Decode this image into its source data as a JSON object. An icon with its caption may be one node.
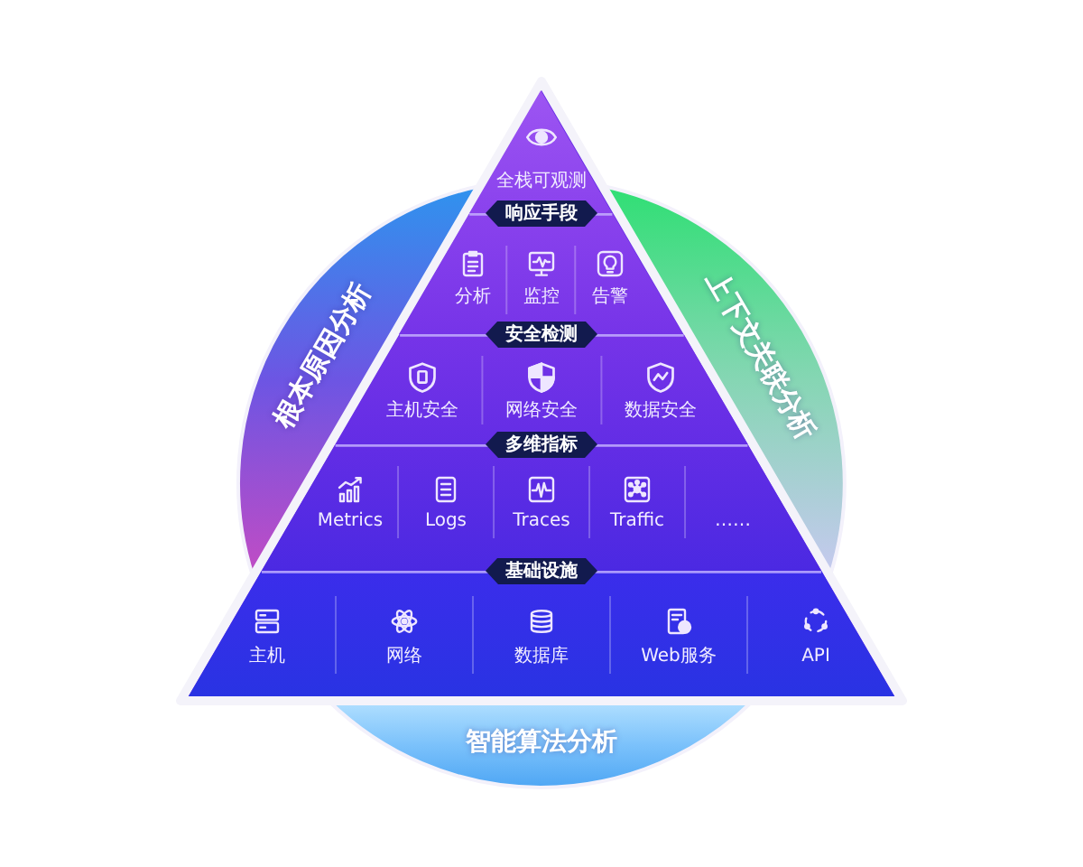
{
  "diagram": {
    "nodes": [
      {
        "text": [
          "根本原因分析"
        ]
      },
      {
        "text": [
          "上下文关联分析"
        ]
      },
      {
        "text": [
          "智能算法分析"
        ]
      },
      {
        "text": [],
        "shape": "triangle"
      },
      {
        "text": [
          "全栈可观测"
        ],
        "in": 3
      },
      {
        "text": [
          "响应手段"
        ],
        "in": 3
      },
      {
        "text": [
          "分析",
          "监控",
          "告警"
        ],
        "in": 3
      },
      {
        "text": [
          "安全检测"
        ],
        "in": 3
      },
      {
        "text": [
          "主机安全",
          "网络安全",
          "数据安全"
        ],
        "in": 3
      },
      {
        "text": [
          "多维指标"
        ],
        "in": 3
      },
      {
        "text": [
          "Metrics",
          "Logs",
          "Traces",
          "Traffic",
          "……"
        ],
        "in": 3
      },
      {
        "text": [
          "基础设施"
        ],
        "in": 3
      },
      {
        "text": [
          "主机",
          "网络",
          "数据库",
          "Web服务",
          "API"
        ],
        "in": 3
      }
    ]
  }
}
